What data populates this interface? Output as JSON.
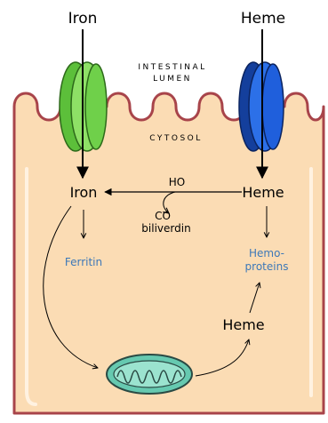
{
  "labels": {
    "iron_top": "Iron",
    "heme_top": "Heme",
    "lumen_line1": "INTESTINAL",
    "lumen_line2": "LUMEN",
    "cytosol": "CYTOSOL",
    "iron_mid": "Iron",
    "heme_mid": "Heme",
    "ho": "HO",
    "co": "CO",
    "biliverdin": "biliverdin",
    "ferritin": "Ferritin",
    "hemoproteins_line1": "Hemo-",
    "hemoproteins_line2": "proteins",
    "heme_low": "Heme"
  },
  "colors": {
    "cell_fill": "#fbdcb4",
    "cell_outline": "#a8444a",
    "iron_transporter": "#7ed957",
    "heme_transporter": "#1f5fdc",
    "mitochondrion": "#66c9b0",
    "blue_text": "#3d78b8"
  }
}
